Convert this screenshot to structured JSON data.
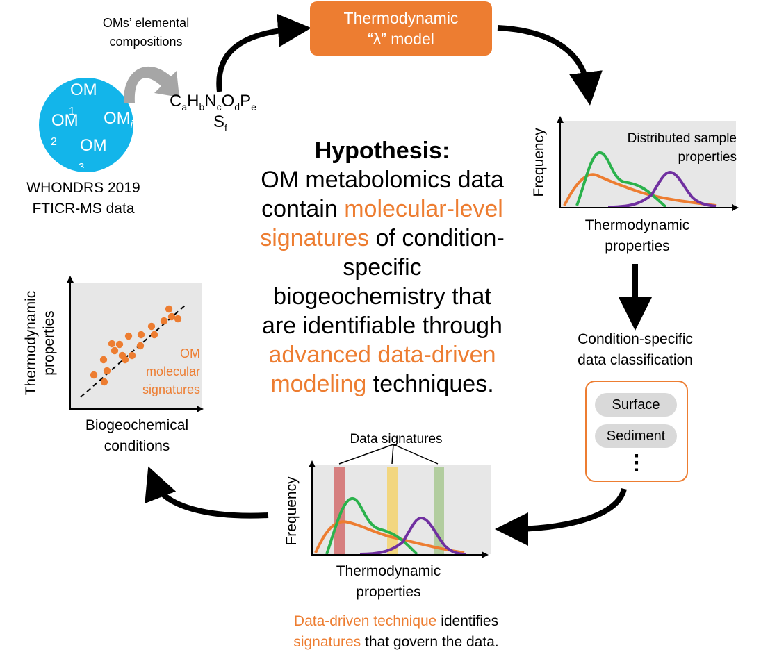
{
  "model_box": {
    "line1": "Thermodynamic",
    "line2": "“λ” model"
  },
  "elemental": {
    "line1": "OMs’ elemental",
    "line2": "compositions"
  },
  "circle": {
    "om1": "OM",
    "om1_sub": "1",
    "om2": "OM",
    "om2_sub": "2",
    "om3": "OM",
    "om3_sub": "3",
    "omi": "OM",
    "omi_sub": "i"
  },
  "formula": {
    "C": "C",
    "a": "a",
    "H": "H",
    "b": "b",
    "N": "N",
    "c": "c",
    "O": "O",
    "d": "d",
    "P": "P",
    "e": "e",
    "S": "S",
    "f": "f"
  },
  "whondrs": {
    "line1": "WHONDRS 2019",
    "line2": "FTICR-MS data"
  },
  "hypothesis": {
    "title": "Hypothesis:",
    "t1": "OM metabolomics data",
    "t2a": "contain ",
    "t2b": "molecular-level",
    "t3a": "signatures",
    "t3b": " of condition-",
    "t4": "specific",
    "t5": "biogeochemistry that",
    "t6": "are identifiable through",
    "t7": "advanced data-driven",
    "t8a": "modeling",
    "t8b": " techniques."
  },
  "dist_plot": {
    "ylabel": "Frequency",
    "annot1": "Distributed sample",
    "annot2": "properties",
    "xlabel1": "Thermodynamic",
    "xlabel2": "properties"
  },
  "classification": {
    "line1": "Condition-specific",
    "line2": "data classification",
    "items": [
      "Surface",
      "Sediment"
    ],
    "ellipsis": "⋮"
  },
  "sig_plot": {
    "title": "Data signatures",
    "ylabel": "Frequency",
    "xlabel1": "Thermodynamic",
    "xlabel2": "properties"
  },
  "technique": {
    "l1a": "Data-driven technique",
    "l1b": " identifies",
    "l2a": "signatures",
    "l2b": " that govern the data."
  },
  "scatter_plot": {
    "ylabel1": "Thermodynamic",
    "ylabel2": "properties",
    "annot1": "OM",
    "annot2": "molecular",
    "annot3": "signatures",
    "xlabel1": "Biogeochemical",
    "xlabel2": "conditions"
  },
  "colors": {
    "orange": "#ED7D31",
    "green": "#2BB24C",
    "purple": "#7030A0",
    "blue": "#13B5EA",
    "gray_panel": "#E7E7E7"
  },
  "chart_data": [
    {
      "type": "line",
      "xlabel": "Thermodynamic properties",
      "ylabel": "Frequency",
      "series": [
        {
          "values": []
        },
        {
          "values": []
        },
        {
          "values": []
        }
      ]
    },
    {
      "type": "line",
      "title": "Data signatures",
      "xlabel": "Thermodynamic properties",
      "ylabel": "Frequency",
      "series": [
        {
          "values": []
        },
        {
          "values": []
        },
        {
          "values": []
        }
      ]
    },
    {
      "type": "scatter",
      "xlabel": "Biogeochemical conditions",
      "ylabel": "Thermodynamic properties",
      "series": [
        {
          "name": "OM molecular signatures",
          "values": []
        }
      ]
    }
  ]
}
